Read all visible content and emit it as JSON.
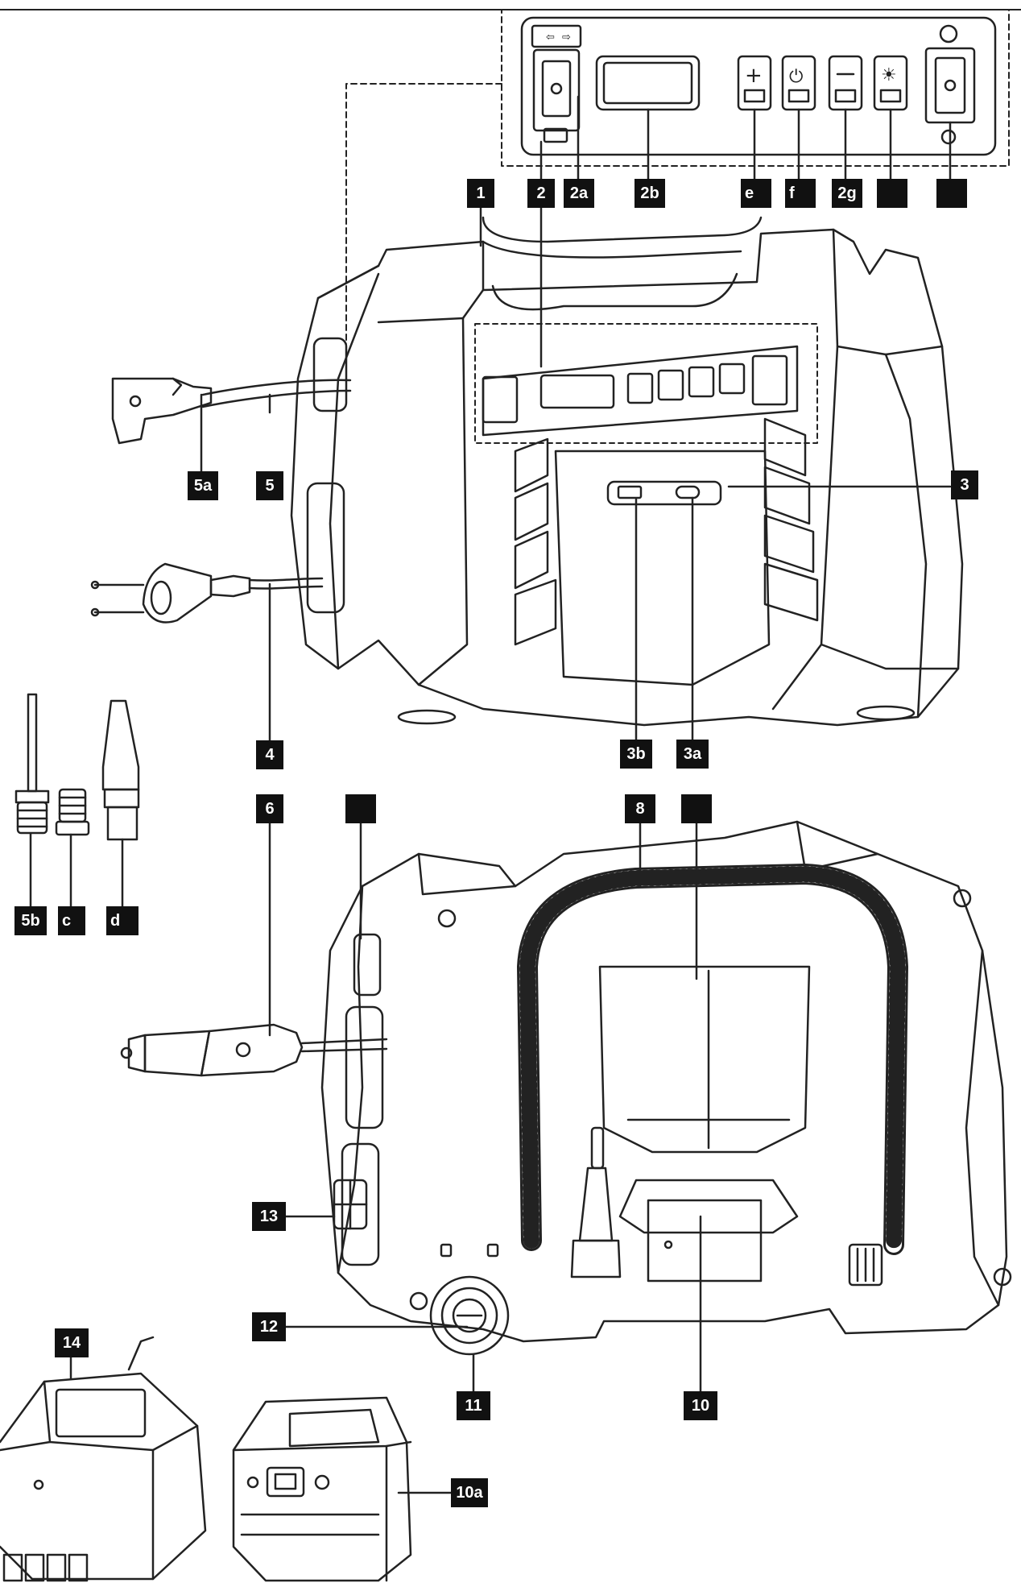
{
  "labels": {
    "l1": "1",
    "l2": "2",
    "l2a": "2a",
    "l2b": "2b",
    "le": "e",
    "lf": "f",
    "l2g": "2g",
    "l2h": "",
    "l2i": "",
    "l3": "3",
    "l3a": "3a",
    "l3b": "3b",
    "l4": "4",
    "l5": "5",
    "l5a": "5a",
    "l5b": "5b",
    "lc": "c",
    "ld": "d",
    "l6": "6",
    "l7": "",
    "l8": "8",
    "l9": "",
    "l10": "10",
    "l10a": "10a",
    "l11": "11",
    "l12": "12",
    "l13": "13",
    "l14": "14"
  }
}
